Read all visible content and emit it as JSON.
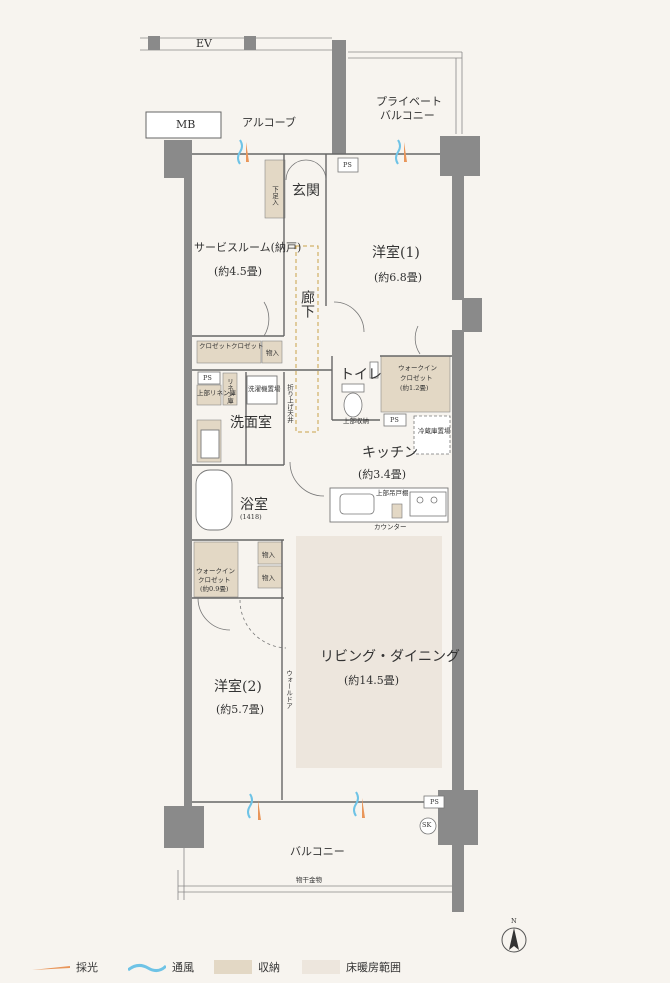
{
  "labels": {
    "ev": "EV",
    "mb": "MB",
    "alcove": "アルコーブ",
    "private_balcony_1": "プライベート",
    "private_balcony_2": "バルコニー",
    "ps": "PS",
    "genkan": "玄関",
    "shoe_box": "下足入",
    "service_room": "サービスルーム(納戸)",
    "service_room_size": "(約4.5畳)",
    "room1": "洋室(1)",
    "room1_size": "(約6.8畳)",
    "corridor": "廊下",
    "closet": "クロゼット",
    "storage": "物入",
    "toilet": "トイレ",
    "wic1_a": "ウォークイン",
    "wic1_b": "クロゼット",
    "wic1_c": "(約1.2畳)",
    "linen": "リネン庫",
    "upper_linen": "上部リネン庫",
    "washer": "洗濯機置場",
    "folding_ceiling": "折り上げ天井",
    "washroom": "洗面室",
    "upper_storage": "上部収納",
    "fridge": "冷蔵庫置場",
    "kitchen": "キッチン",
    "kitchen_size": "(約3.4畳)",
    "upper_cabinet": "上部吊戸棚",
    "counter": "カウンター",
    "bath": "浴室",
    "bath_size": "(1418)",
    "wic2_a": "ウォークイン",
    "wic2_b": "クロゼット",
    "wic2_c": "(約0.9畳)",
    "room2": "洋室(2)",
    "room2_size": "(約5.7畳)",
    "wall_door": "ウォールドア",
    "living": "リビング・ダイニング",
    "living_size": "(約14.5畳)",
    "balcony": "バルコニー",
    "drying_rack": "物干金物",
    "sk": "SK",
    "north": "N"
  },
  "legend": {
    "daylight": "採光",
    "ventilation": "通風",
    "storage": "収納",
    "floor_heating": "床暖房範囲"
  },
  "colors": {
    "background": "#f7f4ef",
    "wall": "#8a8a8a",
    "storage_fill": "#e3d8c5",
    "floor_heating_fill": "#ede6dd",
    "daylight": "#e9965a",
    "ventilation": "#6ec3e6",
    "line": "#666666"
  }
}
